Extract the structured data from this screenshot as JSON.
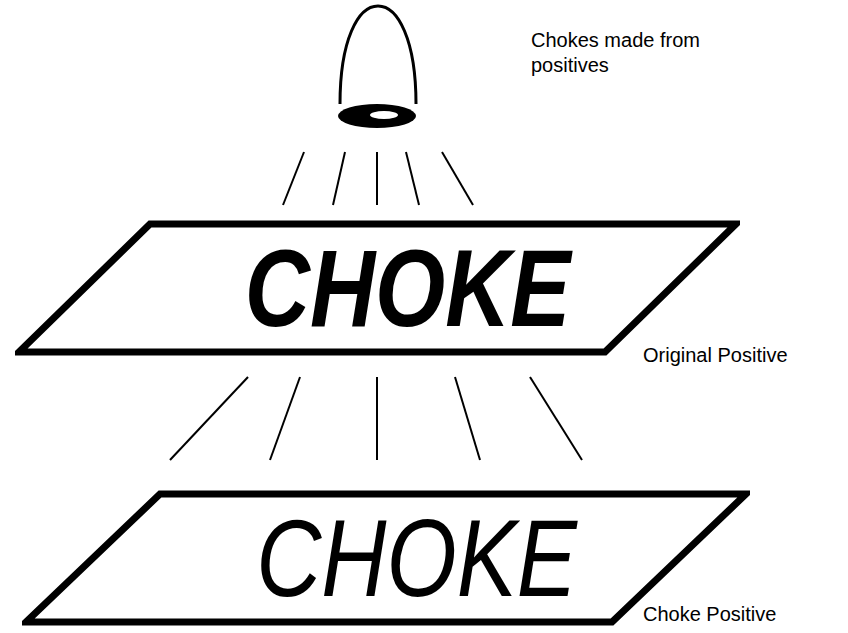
{
  "diagram": {
    "nodes": [
      {
        "text": [
          "CHOKE"
        ]
      },
      {
        "text": [
          "CHOKE"
        ]
      }
    ],
    "labels": [
      "Chokes made from positives",
      "Original Positive",
      "Choke Positive"
    ]
  }
}
